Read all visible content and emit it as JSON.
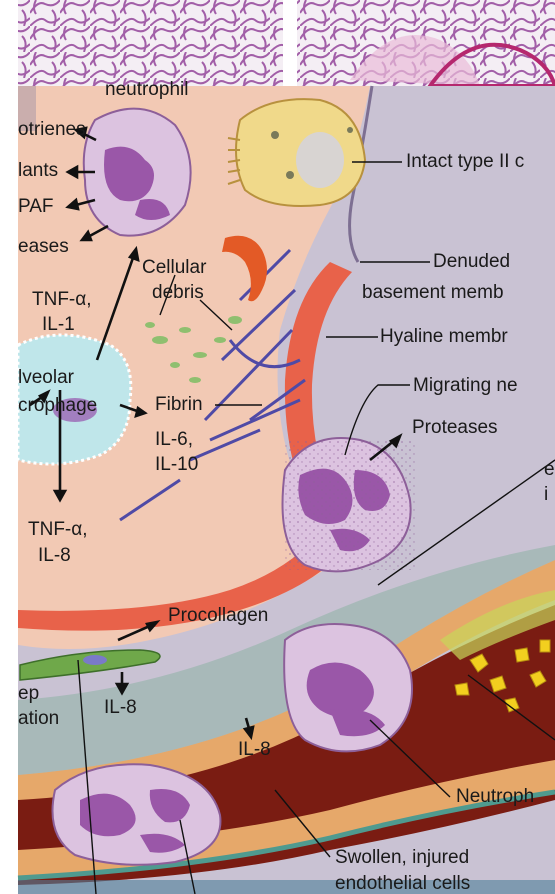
{
  "labels": {
    "neutrophil": "neutrophil",
    "leukotrienes": "otrienes",
    "oxidants": "lants",
    "paf": "PAF",
    "proteases_left": "eases",
    "tnf_il1_a": "TNF-α,",
    "tnf_il1_b": "IL-1",
    "cellular_debris_a": "Cellular",
    "cellular_debris_b": "debris",
    "alveolar_a": "lveolar",
    "alveolar_b": "crophage",
    "fibrin": "Fibrin",
    "il6_a": "IL-6,",
    "il6_b": "IL-10",
    "tnf_il8_a": "TNF-α,",
    "tnf_il8_b": "IL-8",
    "intact_type_ii": "Intact type II c",
    "denuded_a": "Denuded",
    "denuded_b": "basement memb",
    "hyaline": "Hyaline membr",
    "migrating": "Migrating ne",
    "proteases_right": "Proteases",
    "edge_e": "e",
    "edge_i": "i",
    "procollagen": "Procollagen",
    "fibroblast_a": "ep",
    "fibroblast_b": "ation",
    "il8_left": "IL-8",
    "il8_mid": "IL-8",
    "neutrophil_bottom": "Neutroph",
    "swollen_a": "Swollen, injured",
    "swollen_b": "endothelial cells"
  },
  "colors": {
    "alveolar_space": "#f2c9b4",
    "interstitium": "#c9c2d3",
    "hyaline": "#e8624a",
    "vessel_wall": "#e6a86a",
    "blood": "#7a1c12",
    "neutrophil_body": "#dcc3e0",
    "neutrophil_nucleus": "#9a57a8",
    "macrophage": "#bfe6ea",
    "type_ii_cell": "#f0d98a",
    "fibrin": "#4f4aa6",
    "fibroblast": "#6fa84a",
    "platelets": "#f2cf1f"
  }
}
